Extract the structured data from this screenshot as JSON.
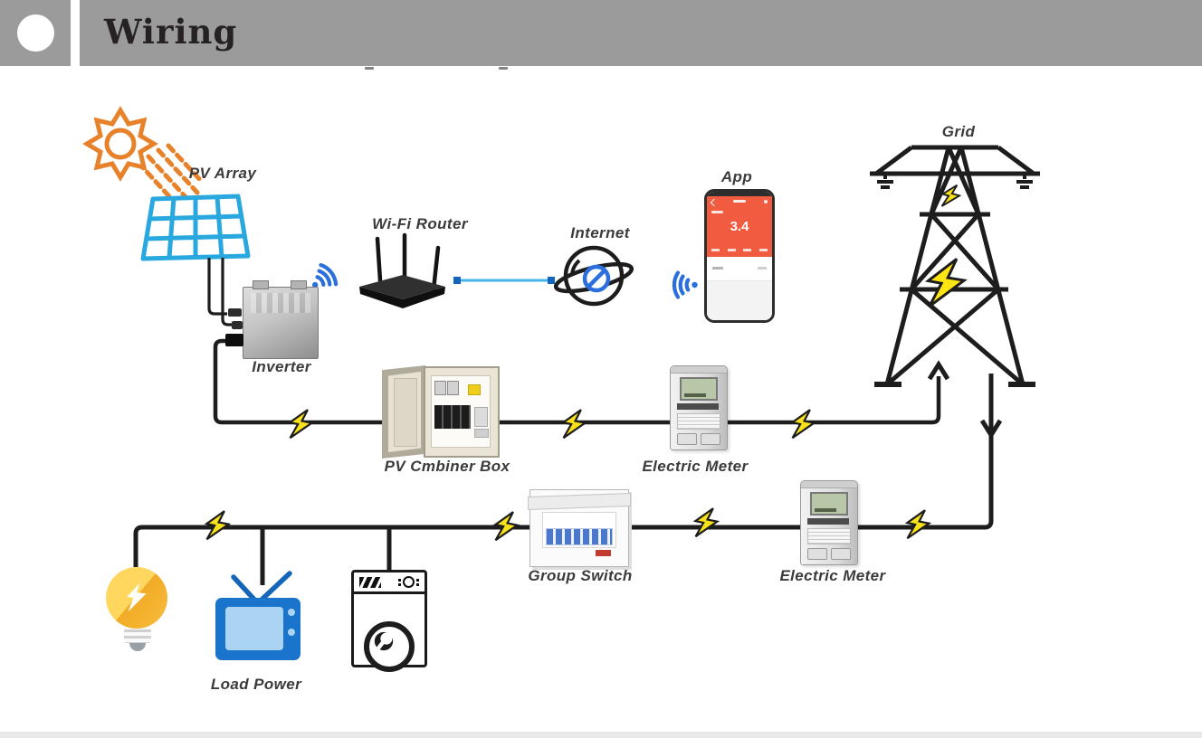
{
  "header": {
    "title": "Wiring"
  },
  "labels": {
    "pv_array": "PV Array",
    "inverter": "Inverter",
    "wifi_router": "Wi-Fi Router",
    "internet": "Internet",
    "app": "App",
    "grid": "Grid",
    "pv_combiner_box": "PV Cmbiner Box",
    "electric_meter_top": "Electric Meter",
    "group_switch": "Group Switch",
    "electric_meter_bottom": "Electric Meter",
    "load_power": "Load Power"
  },
  "app_screen": {
    "reading": "3.4"
  },
  "colors": {
    "header_bar": "#9b9b9b",
    "wire_black": "#1d1d1d",
    "sun_orange": "#e8822a",
    "panel_blue": "#29a8e0",
    "wifi_blue": "#2a6fdb",
    "link_blue": "#45b6e8",
    "bolt_yellow": "#f7e11a",
    "app_red": "#f15b40",
    "tv_blue": "#1a74cb",
    "bulb_yellow": "#f5b921"
  }
}
